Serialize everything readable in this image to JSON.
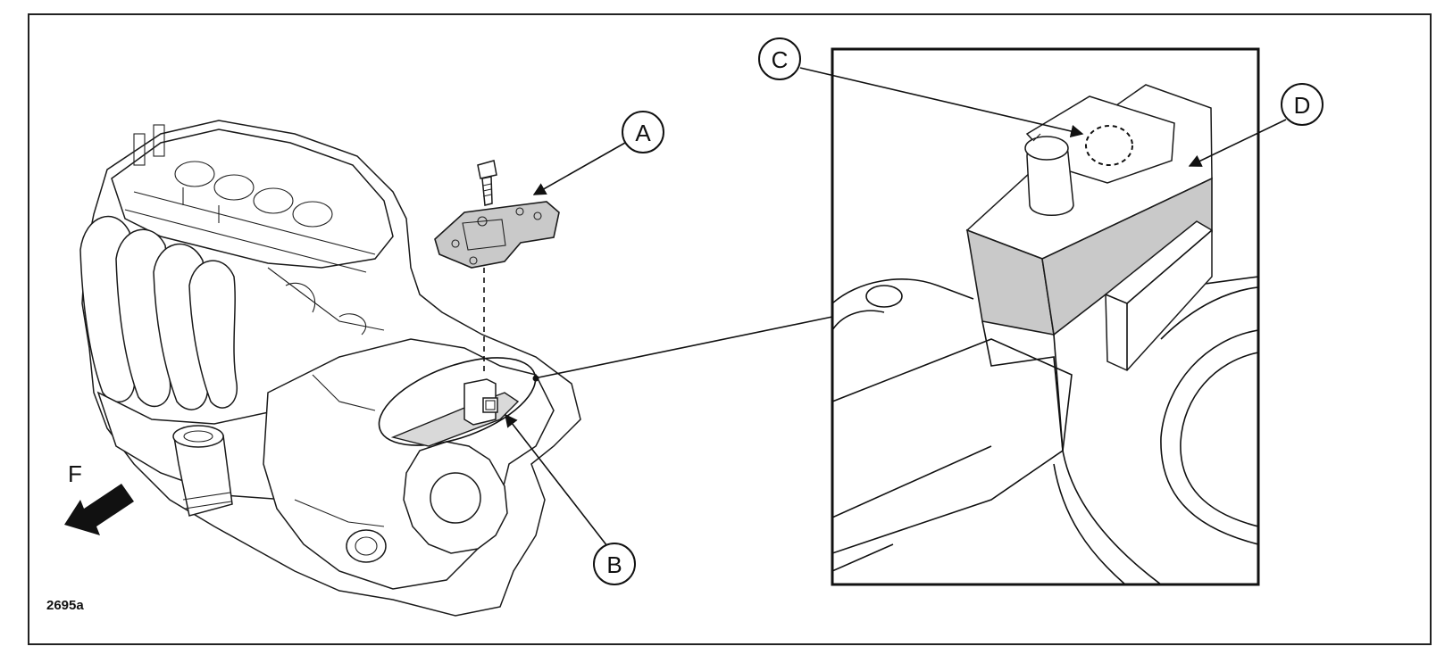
{
  "callouts": {
    "a": "A",
    "b": "B",
    "c": "C",
    "d": "D"
  },
  "direction_label": "F",
  "figure_id": "2695a"
}
